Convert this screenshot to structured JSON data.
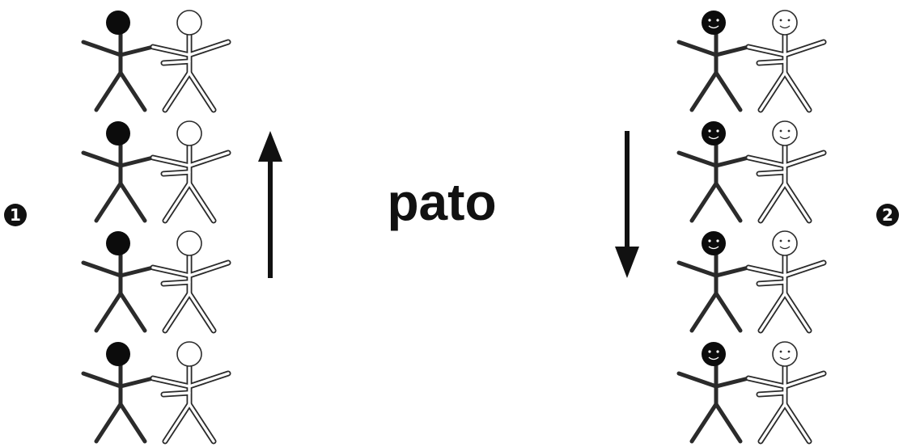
{
  "diagram": {
    "word": "pato",
    "markers": [
      "1",
      "2"
    ],
    "arrows": [
      "up",
      "down"
    ],
    "left_group": {
      "pairs": 4,
      "faces": false
    },
    "right_group": {
      "pairs": 4,
      "faces": true
    }
  },
  "colors": {
    "figure_dark": "#2b2b2b",
    "figure_head_dark": "#0c0c0c",
    "figure_light_outline": "#2b2b2b",
    "figure_light_fill": "#ffffff",
    "arrow": "#111111",
    "marker_bg": "#111111"
  }
}
